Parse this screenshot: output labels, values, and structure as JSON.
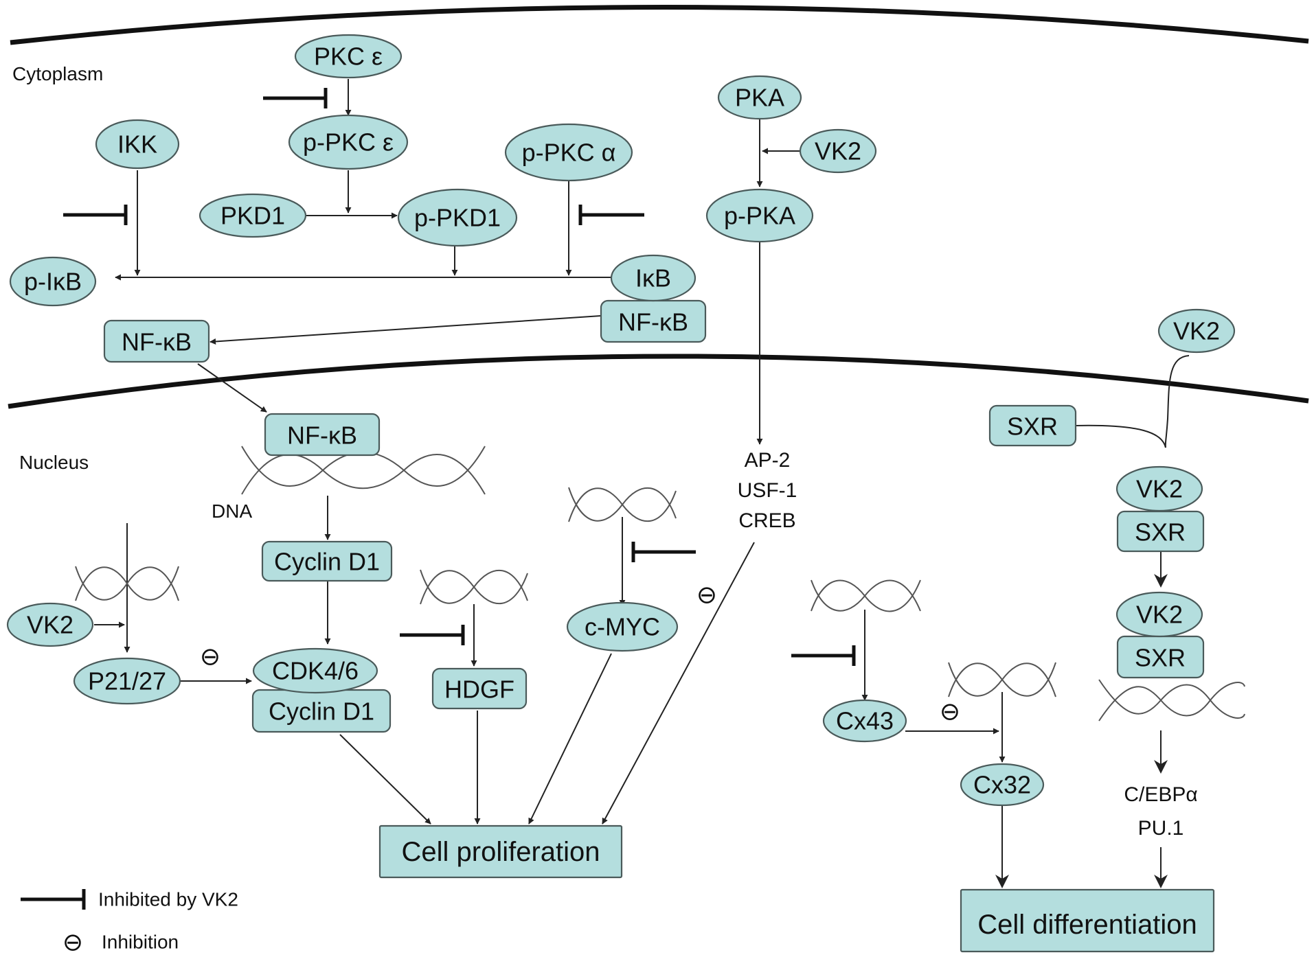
{
  "compartments": {
    "cytoplasm": "Cytoplasm",
    "nucleus": "Nucleus",
    "dna": "DNA"
  },
  "nodes": {
    "pkce": "PKC ε",
    "p_pkce": "p-PKC ε",
    "ikk": "IKK",
    "p_pkca": "p-PKC α",
    "pkd1": "PKD1",
    "p_pkd1": "p-PKD1",
    "ikb": "IκB",
    "p_ikb": "p-IκB",
    "nfkb_complex": "NF-κB",
    "nfkb_cyto": "NF-κB",
    "nfkb_nuc": "NF-κB",
    "pka": "PKA",
    "vk2_pka": "VK2",
    "p_pka": "p-PKA",
    "tf_ap2": "AP-2",
    "tf_usf1": "USF-1",
    "tf_creb": "CREB",
    "cyclin_d1_top": "Cyclin D1",
    "vk2_p21": "VK2",
    "p21_27": "P21/27",
    "cdk46": "CDK4/6",
    "cyclin_d1_bottom": "Cyclin D1",
    "hdgf": "HDGF",
    "cmyc": "c-MYC",
    "cell_proliferation": "Cell proliferation",
    "cx43": "Cx43",
    "cx32": "Cx32",
    "vk2_top": "VK2",
    "sxr_free": "SXR",
    "vk2_mid": "VK2",
    "sxr_mid": "SXR",
    "vk2_low": "VK2",
    "sxr_low": "SXR",
    "tf_cebpa": "C/EBPα",
    "tf_pu1": "PU.1",
    "cell_differentiation": "Cell differentiation"
  },
  "inhibition_symbol": "⊖",
  "legend": {
    "inhibited_by_vk2": "Inhibited by VK2",
    "inhibition": "Inhibition"
  },
  "colors": {
    "node_fill": "#b4dede",
    "node_stroke": "#4a5a5a",
    "line": "#222222"
  }
}
